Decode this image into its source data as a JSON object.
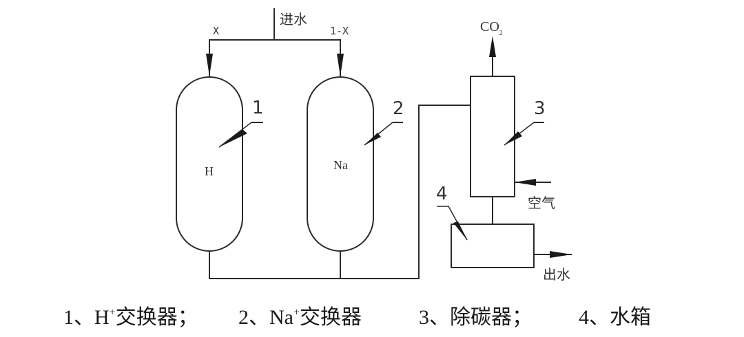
{
  "diagram": {
    "title": "H-Na ion exchange water treatment schematic",
    "labels": {
      "inlet": "进水",
      "split_left": "X",
      "split_right": "1-X",
      "co2": "CO",
      "co2_sub": "2",
      "air": "空气",
      "outlet": "出水",
      "tank1_text": "H",
      "tank2_text": "Na",
      "callout1": "1",
      "callout2": "2",
      "callout3": "3",
      "callout4": "4"
    },
    "components": [
      {
        "id": "1",
        "name": "H exchanger"
      },
      {
        "id": "2",
        "name": "Na exchanger"
      },
      {
        "id": "3",
        "name": "Decarbonator"
      },
      {
        "id": "4",
        "name": "Water tank"
      }
    ]
  },
  "caption": {
    "item1_prefix": "1、H",
    "item1_sup": "+",
    "item1_suffix": "交换器；",
    "item2_prefix": "2、Na",
    "item2_sup": "+",
    "item2_suffix": "交换器",
    "item3": "3、除碳器；",
    "item4": "4、水箱"
  }
}
